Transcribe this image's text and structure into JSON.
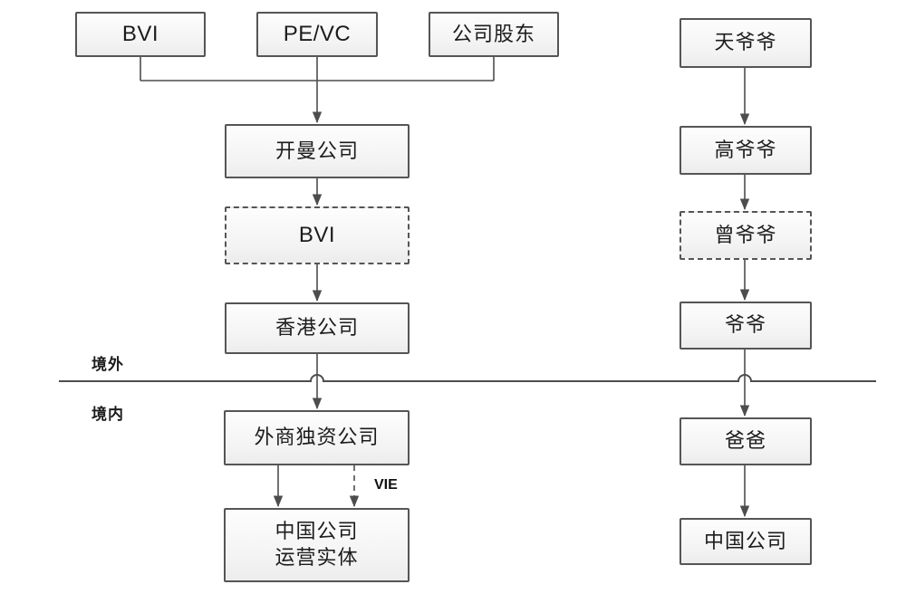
{
  "diagram": {
    "title_hint": "VIE structure flowchart",
    "top_row": {
      "bvi": "BVI",
      "pevc": "PE/VC",
      "shareholders": "公司股东"
    },
    "left_chain": {
      "cayman": "开曼公司",
      "bvi_mid": "BVI",
      "hongkong": "香港公司",
      "wfoe": "外商独资公司",
      "opco_line1": "中国公司",
      "opco_line2": "运营实体"
    },
    "right_chain": {
      "sky": "天爷爷",
      "tall": "高爷爷",
      "great": "曾爷爷",
      "grandpa": "爷爷",
      "dad": "爸爸",
      "china": "中国公司"
    },
    "labels": {
      "offshore": "境外",
      "onshore": "境内",
      "vie": "VIE"
    },
    "colors": {
      "line": "#4d4d4d",
      "border": "#555555",
      "text": "#1c1c1c",
      "box_bg_top": "#fdfdfd",
      "box_bg_bottom": "#ececec"
    }
  }
}
